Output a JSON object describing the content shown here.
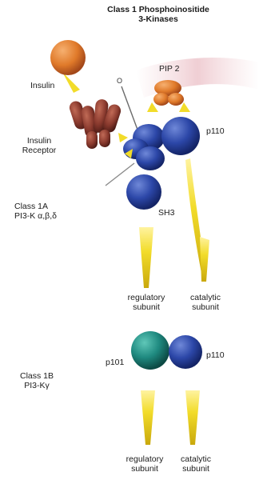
{
  "title": {
    "line1": "Class 1 Phosphoinositide",
    "line2": "3-Kinases"
  },
  "labels": {
    "insulin": "Insulin",
    "pip2": "PIP 2",
    "p110_top": "p110",
    "receptor_line1": "Insulin",
    "receptor_line2": "Receptor",
    "sh3": "SH3",
    "class1a_line1": "Class 1A",
    "class1a_line2": "PI3-K α,β,δ",
    "reg1_line1": "regulatory",
    "reg1_line2": "subunit",
    "cat1_line1": "catalytic",
    "cat1_line2": "subunit",
    "p101": "p101",
    "p110_bottom": "p110",
    "class1b_line1": "Class 1B",
    "class1b_line2": "PI3-Kγ",
    "reg2_line1": "regulatory",
    "reg2_line2": "subunit",
    "cat2_line1": "catalytic",
    "cat2_line2": "subunit"
  },
  "colors": {
    "insulin": "#e07a2a",
    "receptor": "#8a3a2e",
    "pip2": "#e07a3a",
    "p85_blue": "#2f4aa0",
    "p110_blue": "#2c47a8",
    "p101_teal": "#1f8a80",
    "arrow_yellow": "#f2dc2a"
  }
}
